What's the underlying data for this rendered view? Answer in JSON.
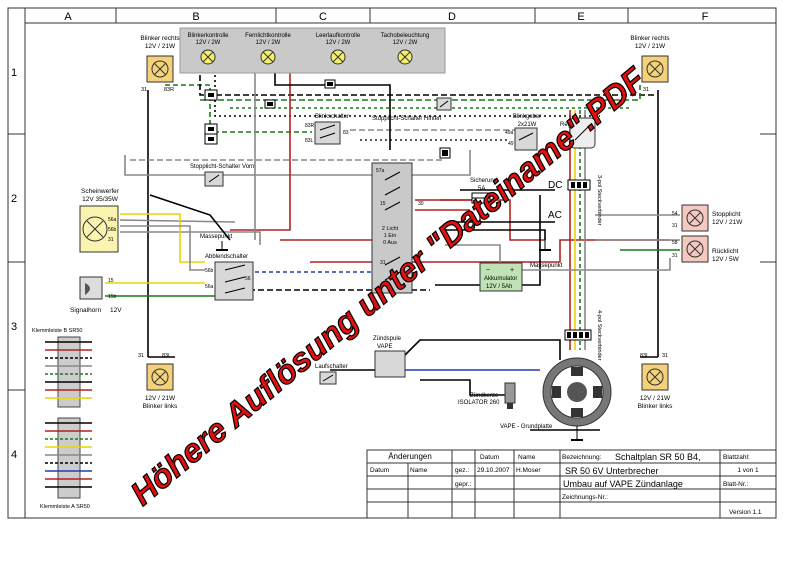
{
  "grid": {
    "columns": [
      "A",
      "B",
      "C",
      "D",
      "E",
      "F"
    ],
    "rows": [
      "1",
      "2",
      "3",
      "4"
    ]
  },
  "components": {
    "blinker_rechts_left": {
      "name": "Blinker rechts",
      "spec": "12V / 21W"
    },
    "blinker_rechts_right": {
      "name": "Blinker rechts",
      "spec": "12V / 21W"
    },
    "blinkerkontrolle": {
      "name": "Blinkerkontrolle",
      "spec": "12V / 2W"
    },
    "fernlichtkontrolle": {
      "name": "Fernlichtkontrolle",
      "spec": "12V / 2W"
    },
    "leerlaufkontrolle": {
      "name": "Leerlaufkontrolle",
      "spec": "12V / 2W"
    },
    "tachobeleuchtung": {
      "name": "Tachobeleuchtung",
      "spec": "12V / 2W"
    },
    "blinkschalter": "Blinkschalter",
    "stopplicht_schalter_hinten": "Stopplicht-Schalter Hinten",
    "blinkgeber": {
      "name": "Blinkgeber",
      "spec": "2x21W"
    },
    "regler": "Regler",
    "stopplicht_schalter_vorn": "Stopplicht-Schalter Vorn",
    "scheinwerfer": {
      "name": "Scheinwerfer",
      "spec": "12V 35/35W"
    },
    "massepunkt_left": "Massepunkt",
    "massepunkt_right": "Massepunkt",
    "sicherung": {
      "name": "Sicherung",
      "spec": "5A"
    },
    "dc": "DC",
    "ac": "AC",
    "stecker_3pol": "3-pol Steckverbinder",
    "stecker_4pol": "4-pol Steckverbinder",
    "stopplicht": {
      "name": "Stopplicht",
      "spec": "12V / 21W"
    },
    "ruecklicht": {
      "name": "Rücklicht",
      "spec": "12V / 5W"
    },
    "abblendschalter": "Abblendschalter",
    "signalhorn": {
      "name": "Signalhorn",
      "spec": "12V"
    },
    "akkumulator": {
      "name": "Akkumulator",
      "spec": "12V / 5Ah",
      "minus": "−",
      "plus": "+"
    },
    "zuendschloss": [
      "2 Licht",
      "1 Ein",
      "0 Aus"
    ],
    "klemmleiste_b": "Klemmleiste B SR50",
    "klemmleiste_a": "Klemmleiste A SR50",
    "zuendspule": {
      "name": "Zündspule",
      "sub": "VAPE"
    },
    "laufschalter": "Laufschalter",
    "zuendkerze": {
      "name": "Zündkerze",
      "spec": "ISOLATOR 260"
    },
    "grundplatte": "VAPE - Grundplatte",
    "blinker_links_left": {
      "name": "Blinker links",
      "spec": "12V / 21W"
    },
    "blinker_links_right": {
      "name": "Blinker links",
      "spec": "12V / 21W"
    }
  },
  "terminals": {
    "t31": "31",
    "t83r": "83R",
    "t83l": "83L",
    "t83": "83",
    "t49a": "49a",
    "t49": "49",
    "t54": "54",
    "t58": "58",
    "t56a": "56a",
    "t56b": "56b",
    "t56": "56",
    "t57a": "57a",
    "t15": "15",
    "t30": "30",
    "t15b": "15b"
  },
  "title_block": {
    "aenderungen": "Änderungen",
    "datum": "Datum",
    "name": "Name",
    "gez_label": "gez.:",
    "gez_date": "29.10.2007",
    "gez_name": "H.Moser",
    "gepr_label": "gepr.:",
    "bezeichnung_label": "Bezeichnung:",
    "title_line1": "Schaltplan SR 50 B4,",
    "title_line2": "SR 50 6V Unterbrecher",
    "title_line3": "Umbau auf VAPE Zündanlage",
    "zeichnungs_nr": "Zeichnungs-Nr.:",
    "blattzahl_label": "Blattzahl:",
    "blattzahl_value": "1 von 1",
    "blatt_nr_label": "Blatt-Nr.:",
    "version": "Version 1.1"
  },
  "watermark": "Höhere Auflösung unter \"Dateiname\".PDF",
  "colors": {
    "watermark_fill": "#e01010",
    "lamp_yellow": "#f5d27a",
    "lamp_pink": "#f4c9c0",
    "panel_gray": "#c9c9c9",
    "accu_green": "#bfe3b4"
  }
}
